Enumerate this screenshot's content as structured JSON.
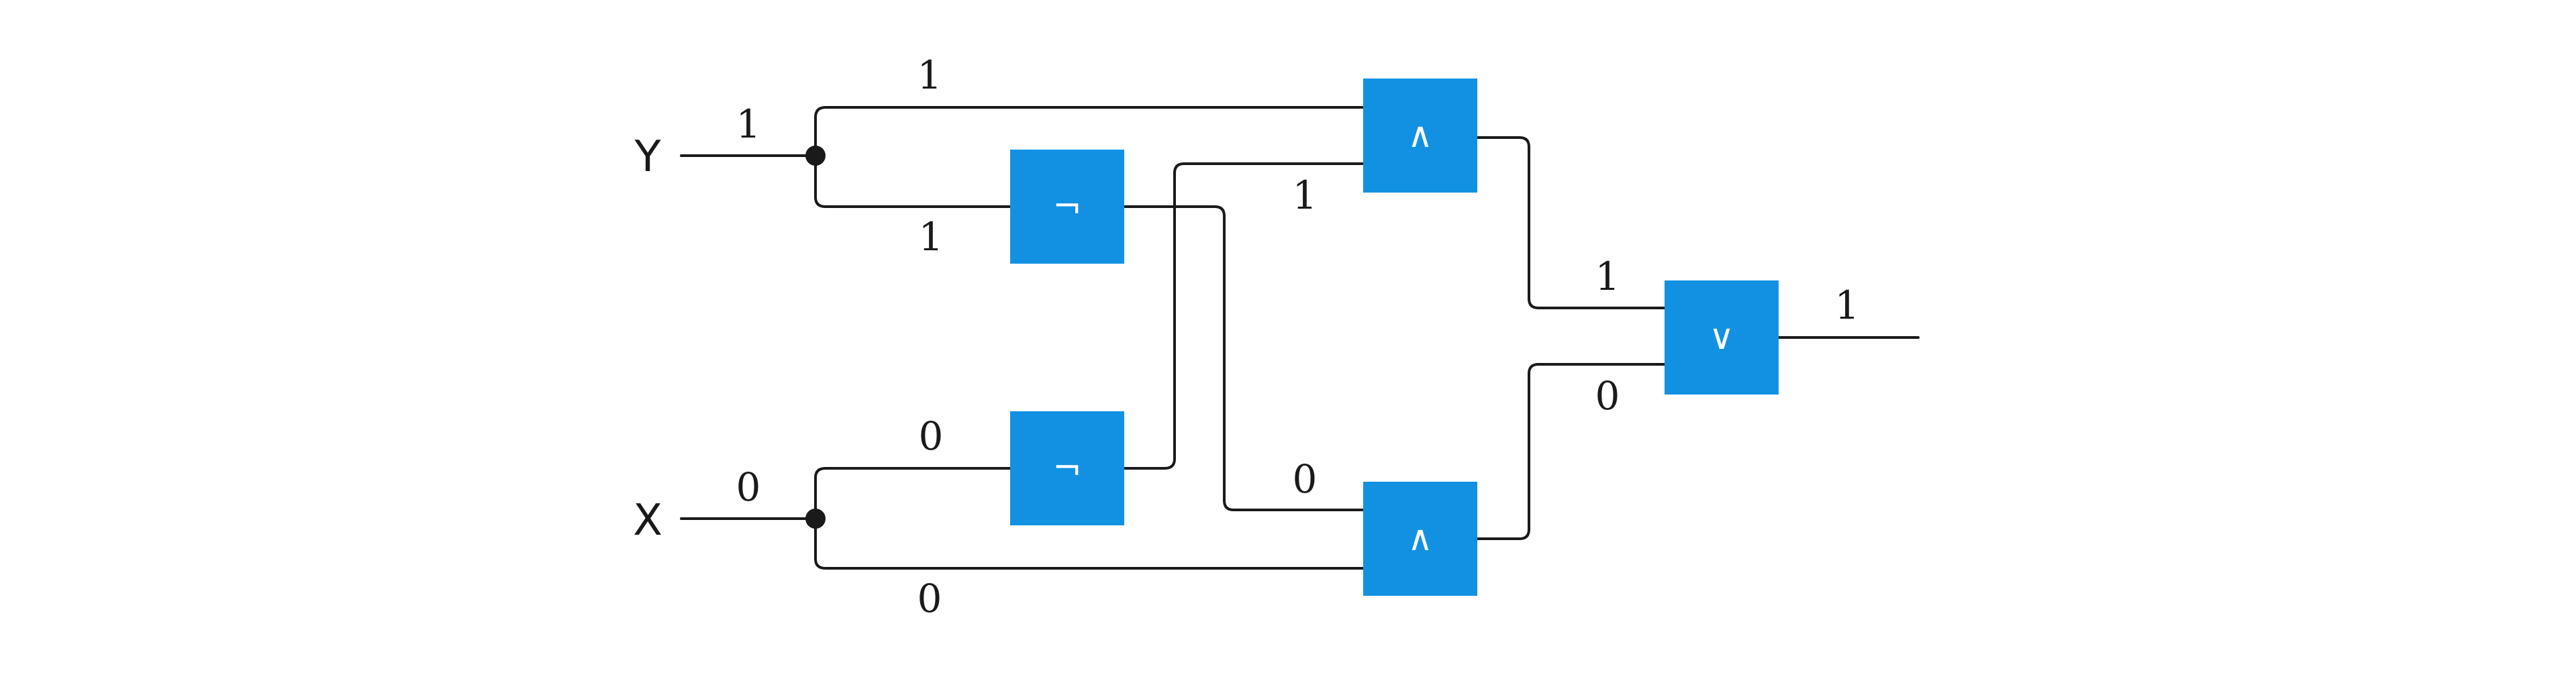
{
  "inputs": {
    "y": {
      "label": "Y",
      "value": "1"
    },
    "x": {
      "label": "X",
      "value": "0"
    }
  },
  "gates": {
    "not_top": {
      "symbol": "¬"
    },
    "not_bottom": {
      "symbol": "¬"
    },
    "and_top": {
      "symbol": "∧"
    },
    "and_bottom": {
      "symbol": "∧"
    },
    "or": {
      "symbol": "∨"
    }
  },
  "wire_values": {
    "y_to_and_top": "1",
    "y_to_not_top": "1",
    "not_bottom_to_and_top": "1",
    "x_to_not_bottom": "0",
    "not_top_to_and_bottom": "0",
    "x_to_and_bottom": "0",
    "and_top_to_or": "1",
    "and_bottom_to_or": "0",
    "output": "1"
  },
  "colors": {
    "gate_fill": "#1291e3",
    "wire": "#1a1a1a"
  }
}
